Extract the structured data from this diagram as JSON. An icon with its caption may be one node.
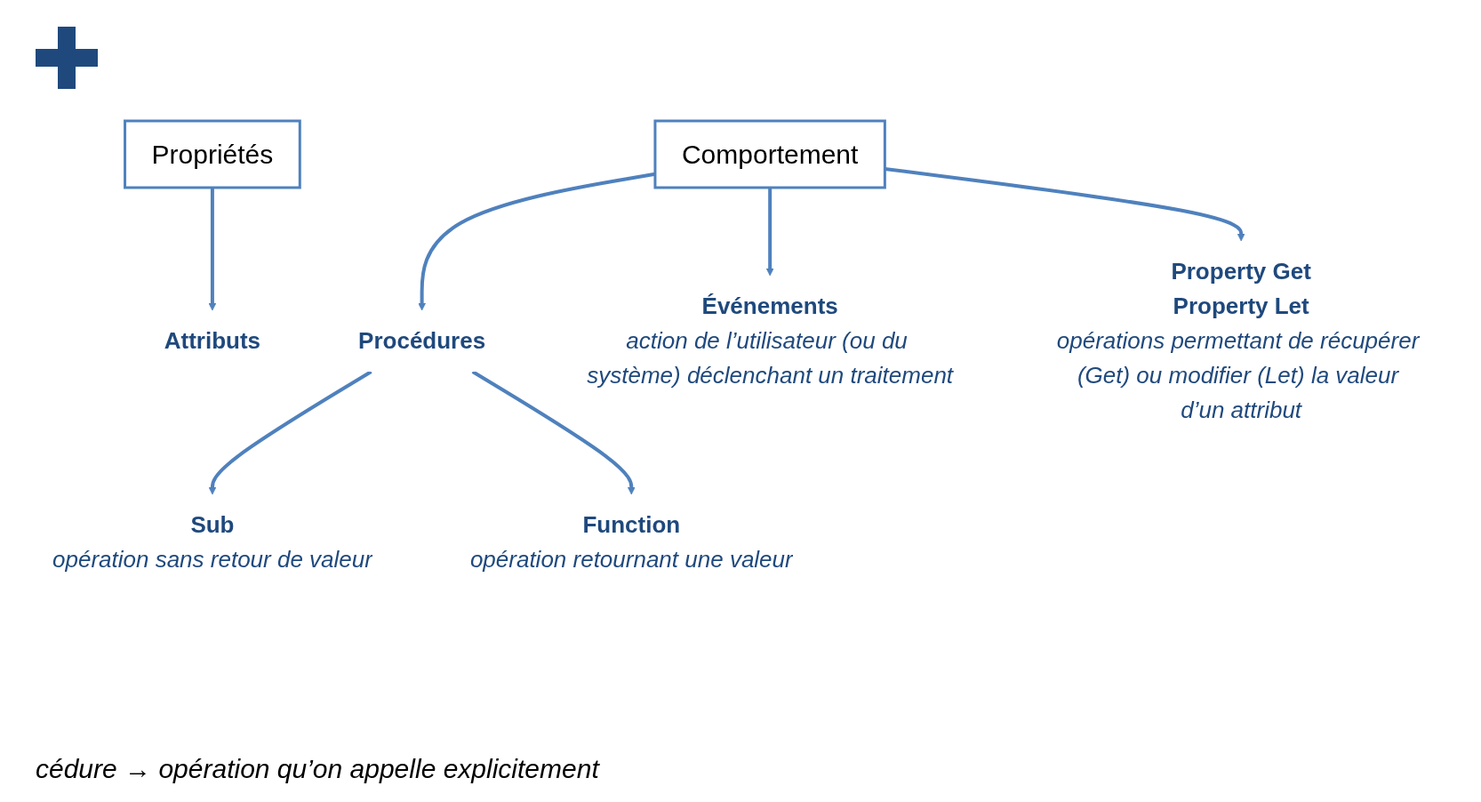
{
  "diagram": {
    "nodes": [
      {
        "text": [
          "Propriétés"
        ]
      },
      {
        "text": [
          "Comportement"
        ]
      },
      {
        "text": [
          "Attributs"
        ]
      },
      {
        "text": [
          "Procédures"
        ]
      },
      {
        "text": [
          "Événements",
          "action de l’utilisateur (ou du système) déclenchant un traitement"
        ]
      },
      {
        "text": [
          "Property Get",
          "Property Let",
          "opérations permettant de récupérer (Get) ou modifier (Let) la valeur d’un attribut"
        ]
      },
      {
        "text": [
          "Sub"
        ],
        "beside": [
          "opération sans retour de valeur"
        ]
      },
      {
        "text": [
          "Function"
        ],
        "beside": [
          "opération retournant une valeur"
        ]
      }
    ],
    "edges": [
      {
        "from": 0,
        "to": 2,
        "arrow": "to"
      },
      {
        "from": 1,
        "to": 3,
        "arrow": "to"
      },
      {
        "from": 1,
        "to": 5,
        "arrow": "to"
      },
      {
        "from": 1,
        "to": 4,
        "arrow": "to"
      },
      {
        "from": 3,
        "to": 6,
        "arrow": "to"
      },
      {
        "from": 3,
        "to": 7,
        "arrow": "to"
      }
    ],
    "labels": [
      "cédure → opération qu’on appelle explicitement"
    ]
  }
}
